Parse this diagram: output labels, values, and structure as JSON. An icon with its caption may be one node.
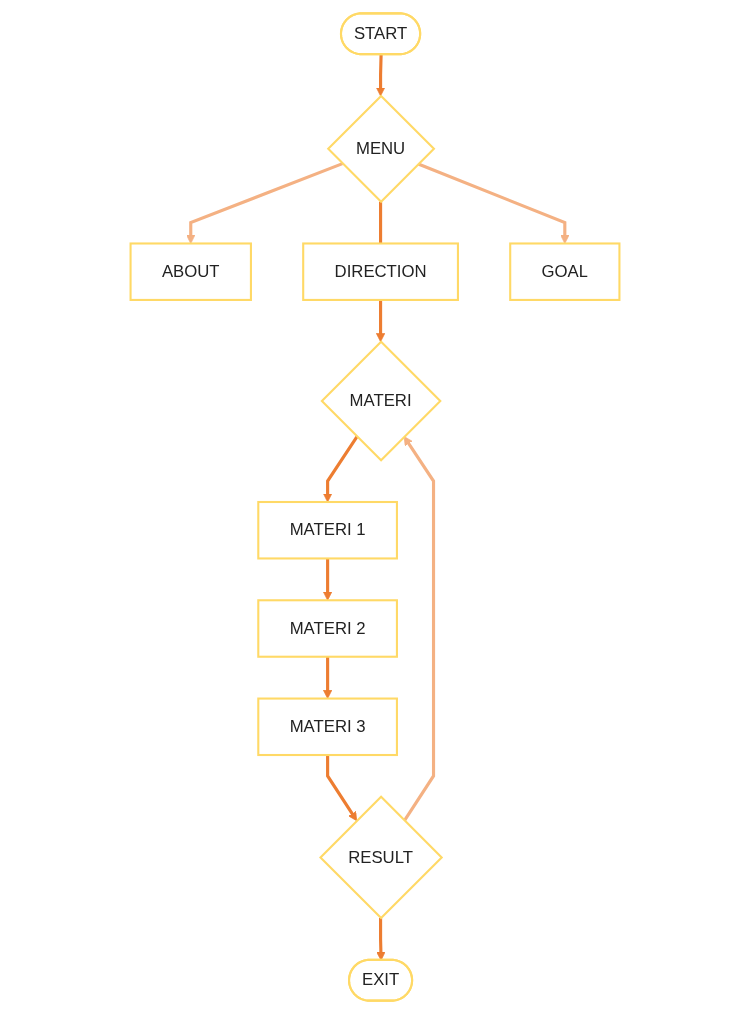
{
  "diagram": {
    "nodes": [
      {
        "text": [
          "START"
        ]
      },
      {
        "text": [
          "MENU"
        ]
      },
      {
        "text": [
          "ABOUT"
        ]
      },
      {
        "text": [
          "DIRECTION"
        ]
      },
      {
        "text": [
          "GOAL"
        ]
      },
      {
        "text": [
          "MATERI"
        ]
      },
      {
        "text": [
          "MATERI 1"
        ]
      },
      {
        "text": [
          "MATERI 2"
        ]
      },
      {
        "text": [
          "MATERI 3"
        ]
      },
      {
        "text": [
          "RESULT"
        ]
      },
      {
        "text": [
          "EXIT"
        ]
      }
    ],
    "edges": [
      {
        "from": 0,
        "to": 1,
        "arrow": "to"
      },
      {
        "from": 1,
        "to": 2,
        "arrow": "to",
        "color": "#f4b183"
      },
      {
        "from": 1,
        "to": 3,
        "arrow": "none"
      },
      {
        "from": 1,
        "to": 4,
        "arrow": "to",
        "color": "#f4b183"
      },
      {
        "from": 3,
        "to": 5,
        "arrow": "to"
      },
      {
        "from": 5,
        "to": 6,
        "arrow": "to"
      },
      {
        "from": 6,
        "to": 7,
        "arrow": "to"
      },
      {
        "from": 7,
        "to": 8,
        "arrow": "to"
      },
      {
        "from": 8,
        "to": 9,
        "arrow": "to"
      },
      {
        "from": 9,
        "to": 5,
        "arrow": "to",
        "color": "#f4b183"
      },
      {
        "from": 9,
        "to": 10,
        "arrow": "to"
      }
    ]
  }
}
